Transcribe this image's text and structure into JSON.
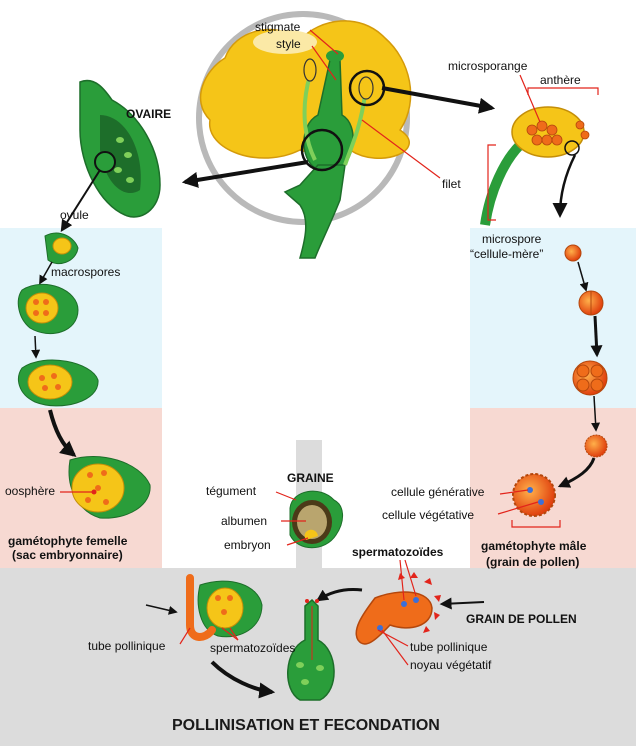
{
  "labels": {
    "stigmate": "stigmate",
    "style": "style",
    "microsporange": "microsporange",
    "anthere": "anthère",
    "ovaire": "OVAIRE",
    "filet": "filet",
    "ovule": "ovule",
    "microspore_1": "microspore",
    "microspore_2": "“cellule-mère”",
    "macrospores": "macrospores",
    "oosphere": "oosphère",
    "gameto_f_1": "gamétophyte femelle",
    "gameto_f_2": "(sac embryonnaire)",
    "graine": "GRAINE",
    "tegument": "tégument",
    "albumen": "albumen",
    "embryon": "embryon",
    "cellule_generative": "cellule générative",
    "cellule_vegetative": "cellule végétative",
    "gameto_m_1": "gamétophyte mâle",
    "gameto_m_2": "(grain de pollen)",
    "spermatozoides_top": "spermatozoïdes",
    "grain_de_pollen": "GRAIN DE POLLEN",
    "tube_pollinique_left": "tube pollinique",
    "spermatozoides_bottom": "spermatozoïdes",
    "tube_pollinique_right": "tube pollinique",
    "noyau_vegetatif": "noyau végétatif",
    "title": "POLLINISATION ET FECONDATION"
  },
  "colors": {
    "green": "#2a9d3a",
    "dark_green": "#1d6e2a",
    "light_green": "#7fd05a",
    "yellow": "#f5c518",
    "orange": "#ef6c1a",
    "red": "#e2241b",
    "blue_panel": "#e4f5fb",
    "pink_panel": "#f7d9d2",
    "grey_panel": "#dcdcdc"
  }
}
